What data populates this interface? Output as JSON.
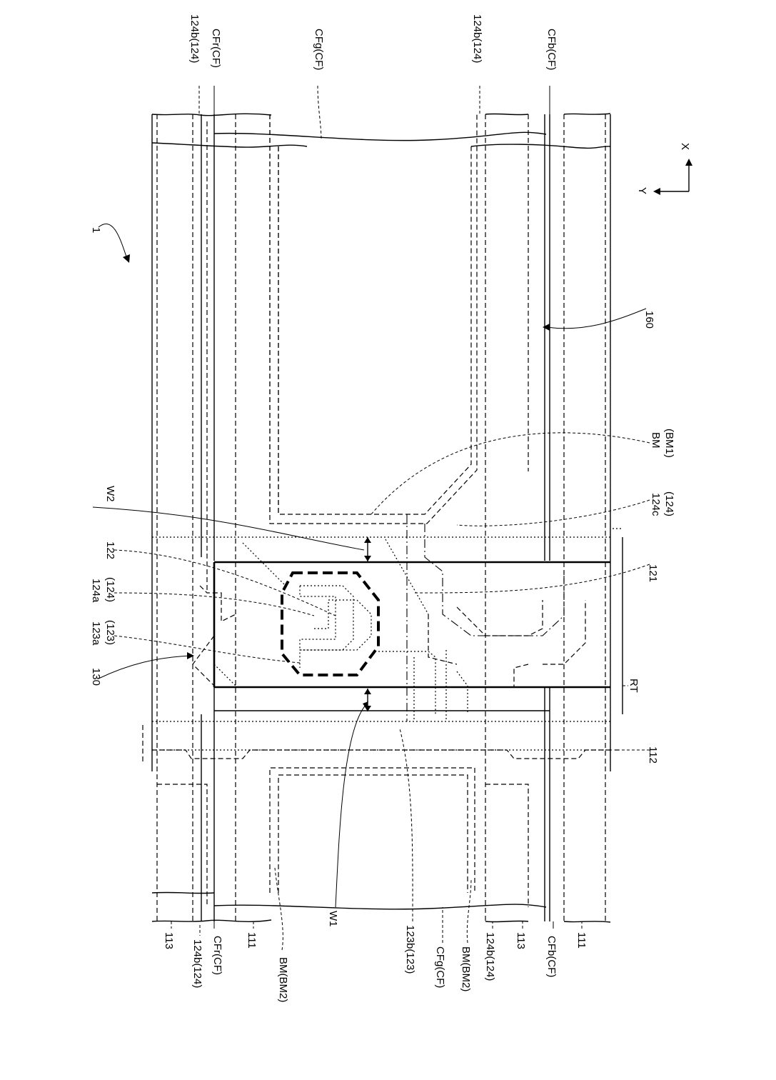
{
  "figure": {
    "ref_device": "1",
    "axes": {
      "x": "X",
      "y": "Y"
    },
    "labels_right": {
      "l124b_tl": "124b(124)",
      "cfr_top": "CFr(CF)",
      "cfg_top": "CFg(CF)",
      "l124b_tr": "124b(124)",
      "cfb_top": "CFb(CF)",
      "l160": "160",
      "bm1_a": "BM",
      "bm1_b": "(BM1)",
      "l124c_a": "124c",
      "l124c_b": "(124)",
      "l121": "121",
      "rt": "RT",
      "l112": "112"
    },
    "labels_top": {
      "w2": "W2",
      "l122": "122",
      "l124a_a": "124a",
      "l124a_b": "(124)",
      "l123a_a": "123a",
      "l123a_b": "(123)",
      "l130": "130"
    },
    "labels_left": {
      "l113_a": "113",
      "l124b_bl": "124b(124)",
      "cfr_bot": "CFr(CF)",
      "l111_a": "111",
      "bm2_a": "BM(BM2)",
      "w1": "W1",
      "l123b": "123b(123)",
      "cfg_bot": "CFg(CF)",
      "bm2_b": "BM(BM2)",
      "l124b_br": "124b(124)",
      "l113_b": "113",
      "cfb_bot": "CFb(CF)",
      "l111_b": "111"
    }
  }
}
